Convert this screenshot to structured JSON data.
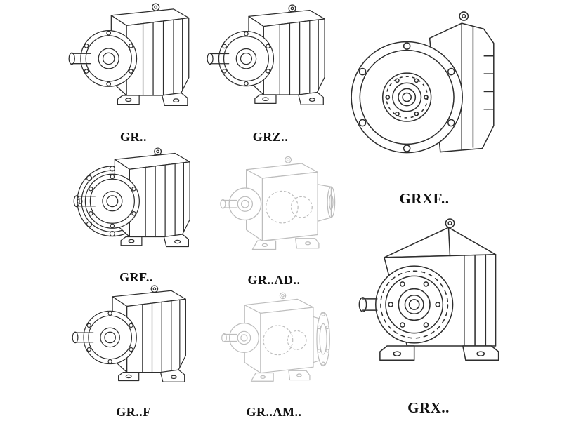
{
  "page": {
    "title": "Gear reducer series overview",
    "background": "#ffffff",
    "line_color": "#2e2e2e",
    "faded_line_color": "#bdbdbd",
    "label_color": "#111111"
  },
  "figures": [
    {
      "label": "GR..",
      "icon": "gearbox-foot-mounted-drawing",
      "tone": "dark"
    },
    {
      "label": "GRZ..",
      "icon": "gearbox-foot-mounted-drawing",
      "tone": "dark"
    },
    {
      "label": "GRXF..",
      "icon": "gearbox-front-flange-drawing",
      "tone": "dark"
    },
    {
      "label": "GRF..",
      "icon": "gearbox-side-flange-drawing",
      "tone": "dark"
    },
    {
      "label": "GR..AD..",
      "icon": "gearbox-input-adapter-drawing",
      "tone": "faded"
    },
    {
      "label": "GR..F",
      "icon": "gearbox-foot-mounted-drawing",
      "tone": "dark"
    },
    {
      "label": "GR..AM..",
      "icon": "gearbox-output-flange-drawing",
      "tone": "faded"
    },
    {
      "label": "GRX..",
      "icon": "gearbox-large-foot-mounted-drawing",
      "tone": "dark"
    }
  ]
}
